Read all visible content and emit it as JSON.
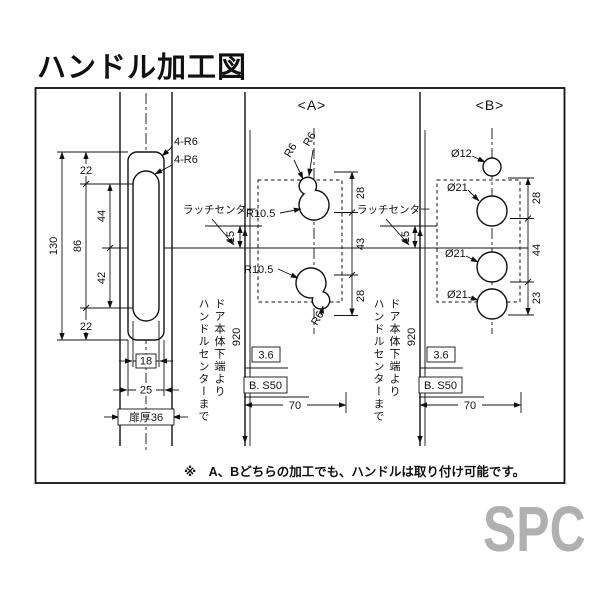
{
  "page": {
    "title": "ハンドル加工図",
    "note": "※　A、Bどちらの加工でも、ハンドルは取り付け可能です。",
    "watermark": "SPC"
  },
  "left_view": {
    "corner_radius_top": "4-R6",
    "corner_radius_inner": "4-R6",
    "dim_height_total": "130",
    "dim_height_inner": "86",
    "dim_top_offset": "22",
    "dim_upper": "44",
    "dim_lower": "42",
    "dim_bottom_offset": "22",
    "dim_slot_width": "18",
    "dim_plate_width": "25",
    "door_thickness": "扉厚36"
  },
  "view_a": {
    "label": "<A>",
    "latch_center_label": "ラッチセンター",
    "radius_small_1": "R6",
    "radius_small_2": "R6",
    "radius_small_3": "R6",
    "radius_large_1": "R10.5",
    "radius_large_2": "R10.5",
    "dim_top": "28",
    "dim_middle": "43",
    "dim_bottom": "28",
    "dim_offset": "15",
    "dim_height": "920",
    "vertical_note_1": "ドア本体下端より",
    "vertical_note_2": "ハンドルセンターまで",
    "dim_gap": "3.6",
    "backset_label": "B. S50",
    "dim_width": "70"
  },
  "view_b": {
    "label": "<B>",
    "latch_center_label": "ラッチセンター",
    "dia_1": "Ø12",
    "dia_2": "Ø21",
    "dia_3": "Ø21",
    "dia_4": "Ø21",
    "dim_top": "28",
    "dim_middle": "44",
    "dim_bottom": "23",
    "dim_offset": "15",
    "dim_height": "920",
    "vertical_note_1": "ドア本体下端より",
    "vertical_note_2": "ハンドルセンターまで",
    "dim_gap": "3.6",
    "backset_label": "B. S50",
    "dim_width": "70"
  }
}
